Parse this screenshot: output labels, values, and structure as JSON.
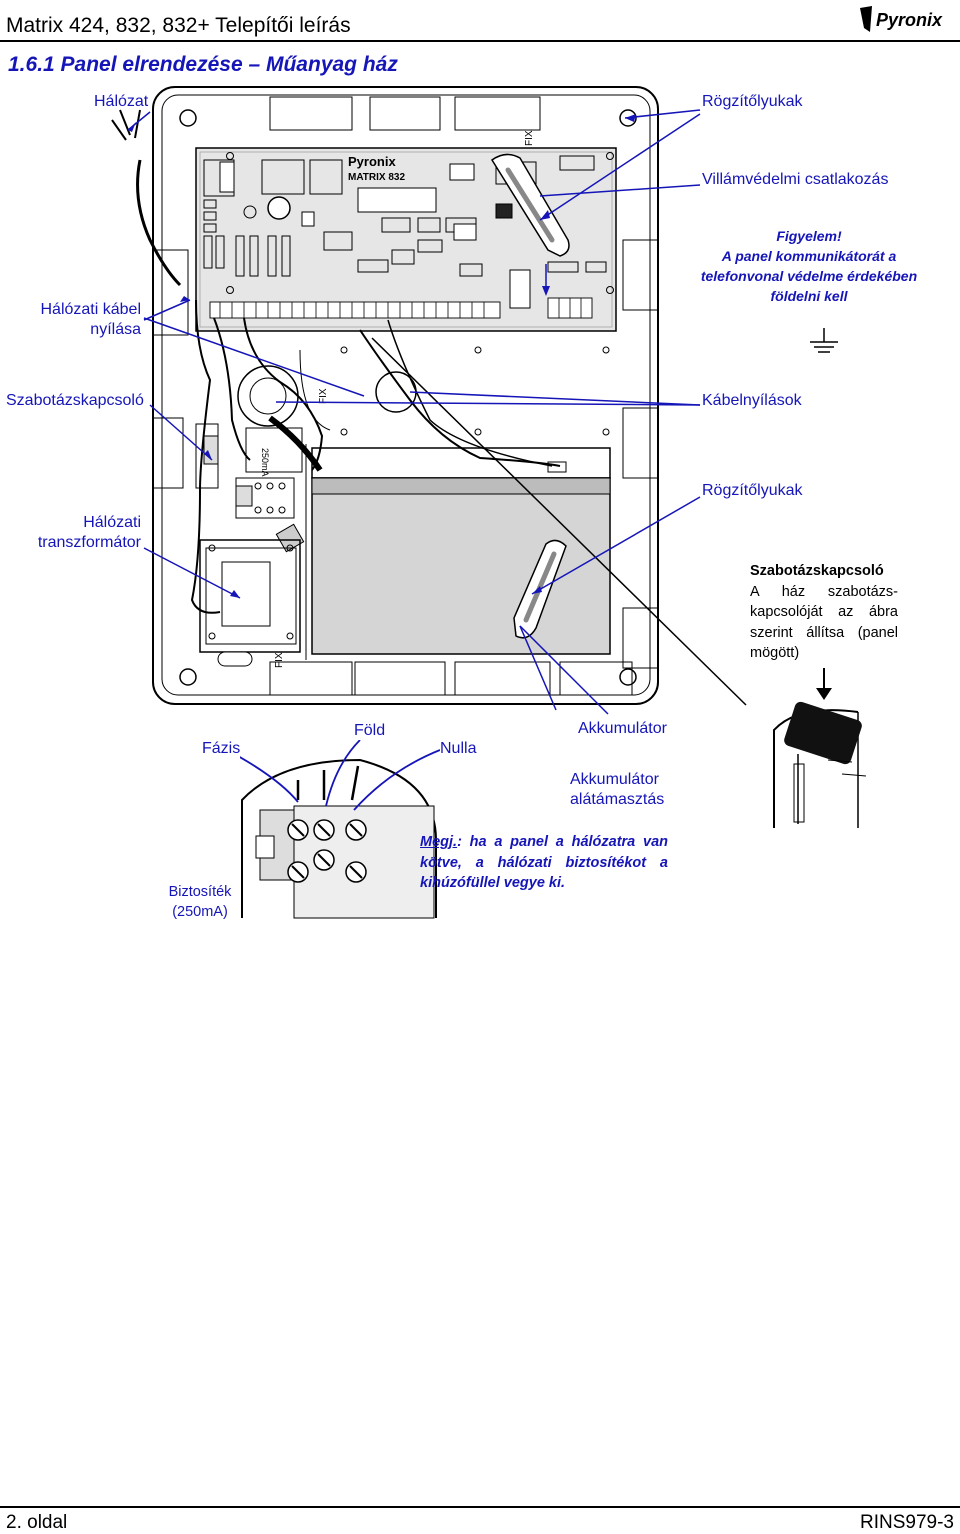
{
  "header": {
    "title": "Matrix 424, 832, 832+ Telepítői leírás",
    "brand": "Pyronix"
  },
  "section_title": "1.6.1 Panel elrendezése – Műanyag ház",
  "labels": {
    "halozat": "Hálózat",
    "rogzitolyukak_top": "Rögzítőlyukak",
    "villamvedelmi": "Villámvédelmi csatlakozás",
    "halozati_kabel_1": "Hálózati kábel",
    "halozati_kabel_2": "nyílása",
    "szabotazs": "Szabotázskapcsoló",
    "kabelnyilasok": "Kábelnyílások",
    "rogzitolyukak_mid": "Rögzítőlyukak",
    "transz_1": "Hálózati",
    "transz_2": "transzformátor",
    "fazis": "Fázis",
    "fold": "Föld",
    "nulla": "Nulla",
    "akkumulator": "Akkumulátor",
    "akku_tam_1": "Akkumulátor",
    "akku_tam_2": "alátámasztás"
  },
  "warning": {
    "title": "Figyelem!",
    "line1": "A panel kommunikátorát a",
    "line2": "telefonvonal védelme érdekében",
    "line3": "földelni kell"
  },
  "tamper_note": {
    "title": "Szabotázskapcsoló",
    "line1": "A ház szabotázs-",
    "line2": "kapcsolóját az ábra",
    "line3": "szerint állítsa (panel",
    "line4": "mögött)"
  },
  "fuse": {
    "line1": "Biztosíték",
    "line2": "(250mA)"
  },
  "note": {
    "prefix": "Megj.",
    "line1": ": ha a panel a hálózatra van",
    "line2": "kötve, a hálózati biztosítékot a",
    "line3": "kihúzófüllel vegye ki."
  },
  "board": {
    "brand": "Pyronix",
    "model": "MATRIX 832",
    "fix": "FIX",
    "mains_text": "250mA 230V"
  },
  "footer": {
    "page": "2. oldal",
    "doc": "RINS979-3"
  },
  "colors": {
    "accent": "#1515b8"
  }
}
